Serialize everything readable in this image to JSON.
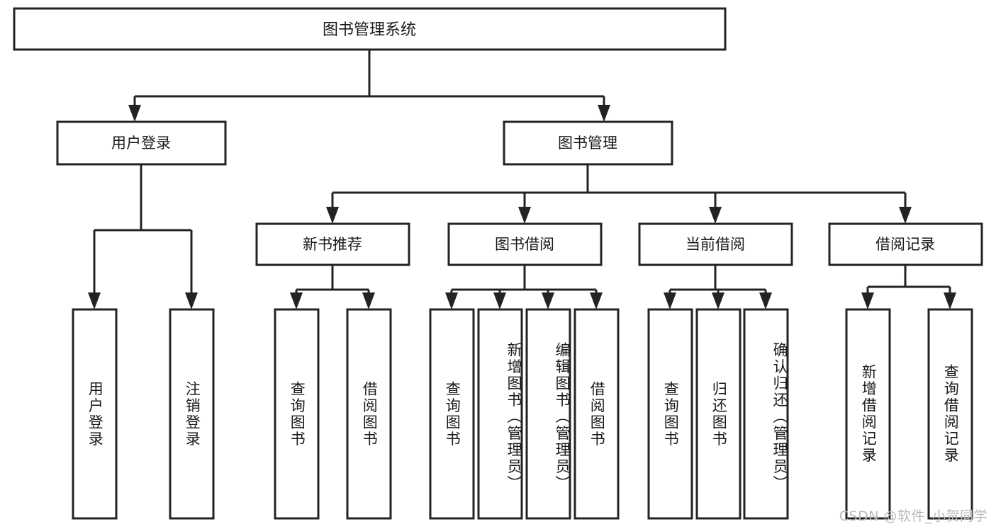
{
  "diagram": {
    "type": "tree-hierarchy-flowchart",
    "title": "图书管理系统",
    "watermark": "CSDN @软件_小贺同学",
    "colors": {
      "box_stroke": "#232323",
      "box_fill": "#ffffff",
      "connector": "#232323",
      "text": "#1a1a1a",
      "watermark": "#b9b9b9",
      "background": "#ffffff"
    },
    "levels": {
      "root": "图书管理系统",
      "level2": [
        "用户登录",
        "图书管理"
      ],
      "level3": [
        "新书推荐",
        "图书借阅",
        "当前借阅",
        "借阅记录"
      ],
      "leaves": [
        "用户登录",
        "注销登录",
        "查询图书",
        "借阅图书",
        "查询图书",
        "新增图书（管理员）",
        "编辑图书（管理员）",
        "借阅图书",
        "查询图书",
        "归还图书",
        "确认归还（管理员）",
        "新增借阅记录",
        "查询借阅记录"
      ]
    },
    "nodes": {
      "root": {
        "label": "图书管理系统"
      },
      "user_login": {
        "label": "用户登录"
      },
      "book_manage": {
        "label": "图书管理"
      },
      "new_book_rec": {
        "label": "新书推荐"
      },
      "book_borrow": {
        "label": "图书借阅"
      },
      "current_borrow": {
        "label": "当前借阅"
      },
      "borrow_record": {
        "label": "借阅记录"
      },
      "leaf_user_login": {
        "label": "用户登录"
      },
      "leaf_user_logout": {
        "label": "注销登录"
      },
      "leaf_rec_query": {
        "label": "查询图书"
      },
      "leaf_rec_borrow": {
        "label": "借阅图书"
      },
      "leaf_borrow_query": {
        "label": "查询图书"
      },
      "leaf_borrow_add": {
        "label": "新增图书（管理员）"
      },
      "leaf_borrow_edit": {
        "label": "编辑图书（管理员）"
      },
      "leaf_borrow_lend": {
        "label": "借阅图书"
      },
      "leaf_cur_query": {
        "label": "查询图书"
      },
      "leaf_cur_return": {
        "label": "归还图书"
      },
      "leaf_cur_confirm": {
        "label": "确认归还（管理员）"
      },
      "leaf_rec_add": {
        "label": "新增借阅记录"
      },
      "leaf_rec_search": {
        "label": "查询借阅记录"
      }
    }
  }
}
